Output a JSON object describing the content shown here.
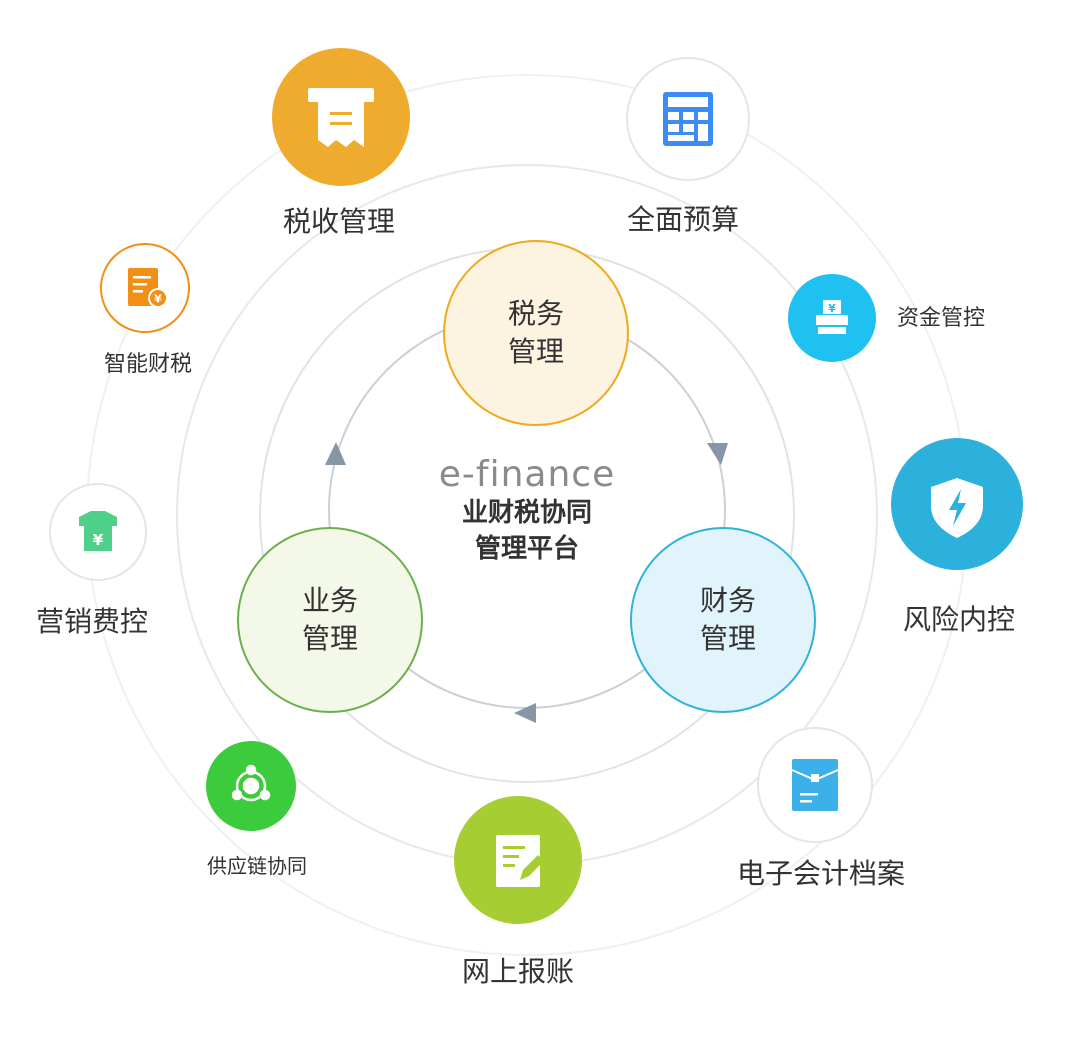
{
  "center": {
    "brand": "e-finance",
    "title_line1": "业财税协同",
    "title_line2": "管理平台"
  },
  "core": {
    "tax": {
      "line1": "税务",
      "line2": "管理",
      "border": "#f0a91c",
      "fill": "#fdf3e1"
    },
    "business": {
      "line1": "业务",
      "line2": "管理",
      "border": "#6ab04c",
      "fill": "#f3f8e9"
    },
    "finance": {
      "line1": "财务",
      "line2": "管理",
      "border": "#2cb3dc",
      "fill": "#e2f4fb"
    }
  },
  "modules": [
    {
      "id": "tax-collection",
      "label": "税收管理",
      "icon": "receipt-icon",
      "color": "#efab2e"
    },
    {
      "id": "budget",
      "label": "全面预算",
      "icon": "calculator-icon",
      "color": "#3d8cf6"
    },
    {
      "id": "fund-control",
      "label": "资金管控",
      "icon": "cash-register-icon",
      "color": "#1fc1f0"
    },
    {
      "id": "risk-control",
      "label": "风险内控",
      "icon": "shield-lightning-icon",
      "color": "#2cb0dc"
    },
    {
      "id": "e-archive",
      "label": "电子会计档案",
      "icon": "folder-icon",
      "color": "#3cb0e8"
    },
    {
      "id": "online-reimburse",
      "label": "网上报账",
      "icon": "document-edit-icon",
      "color": "#a6cd32"
    },
    {
      "id": "supply-chain",
      "label": "供应链协同",
      "icon": "network-icon",
      "color": "#3ccb3c"
    },
    {
      "id": "marketing-cost",
      "label": "营销费控",
      "icon": "shirt-yen-icon",
      "color": "#4ed08a"
    },
    {
      "id": "smart-tax",
      "label": "智能财税",
      "icon": "invoice-yen-icon",
      "color": "#f28f16"
    }
  ]
}
